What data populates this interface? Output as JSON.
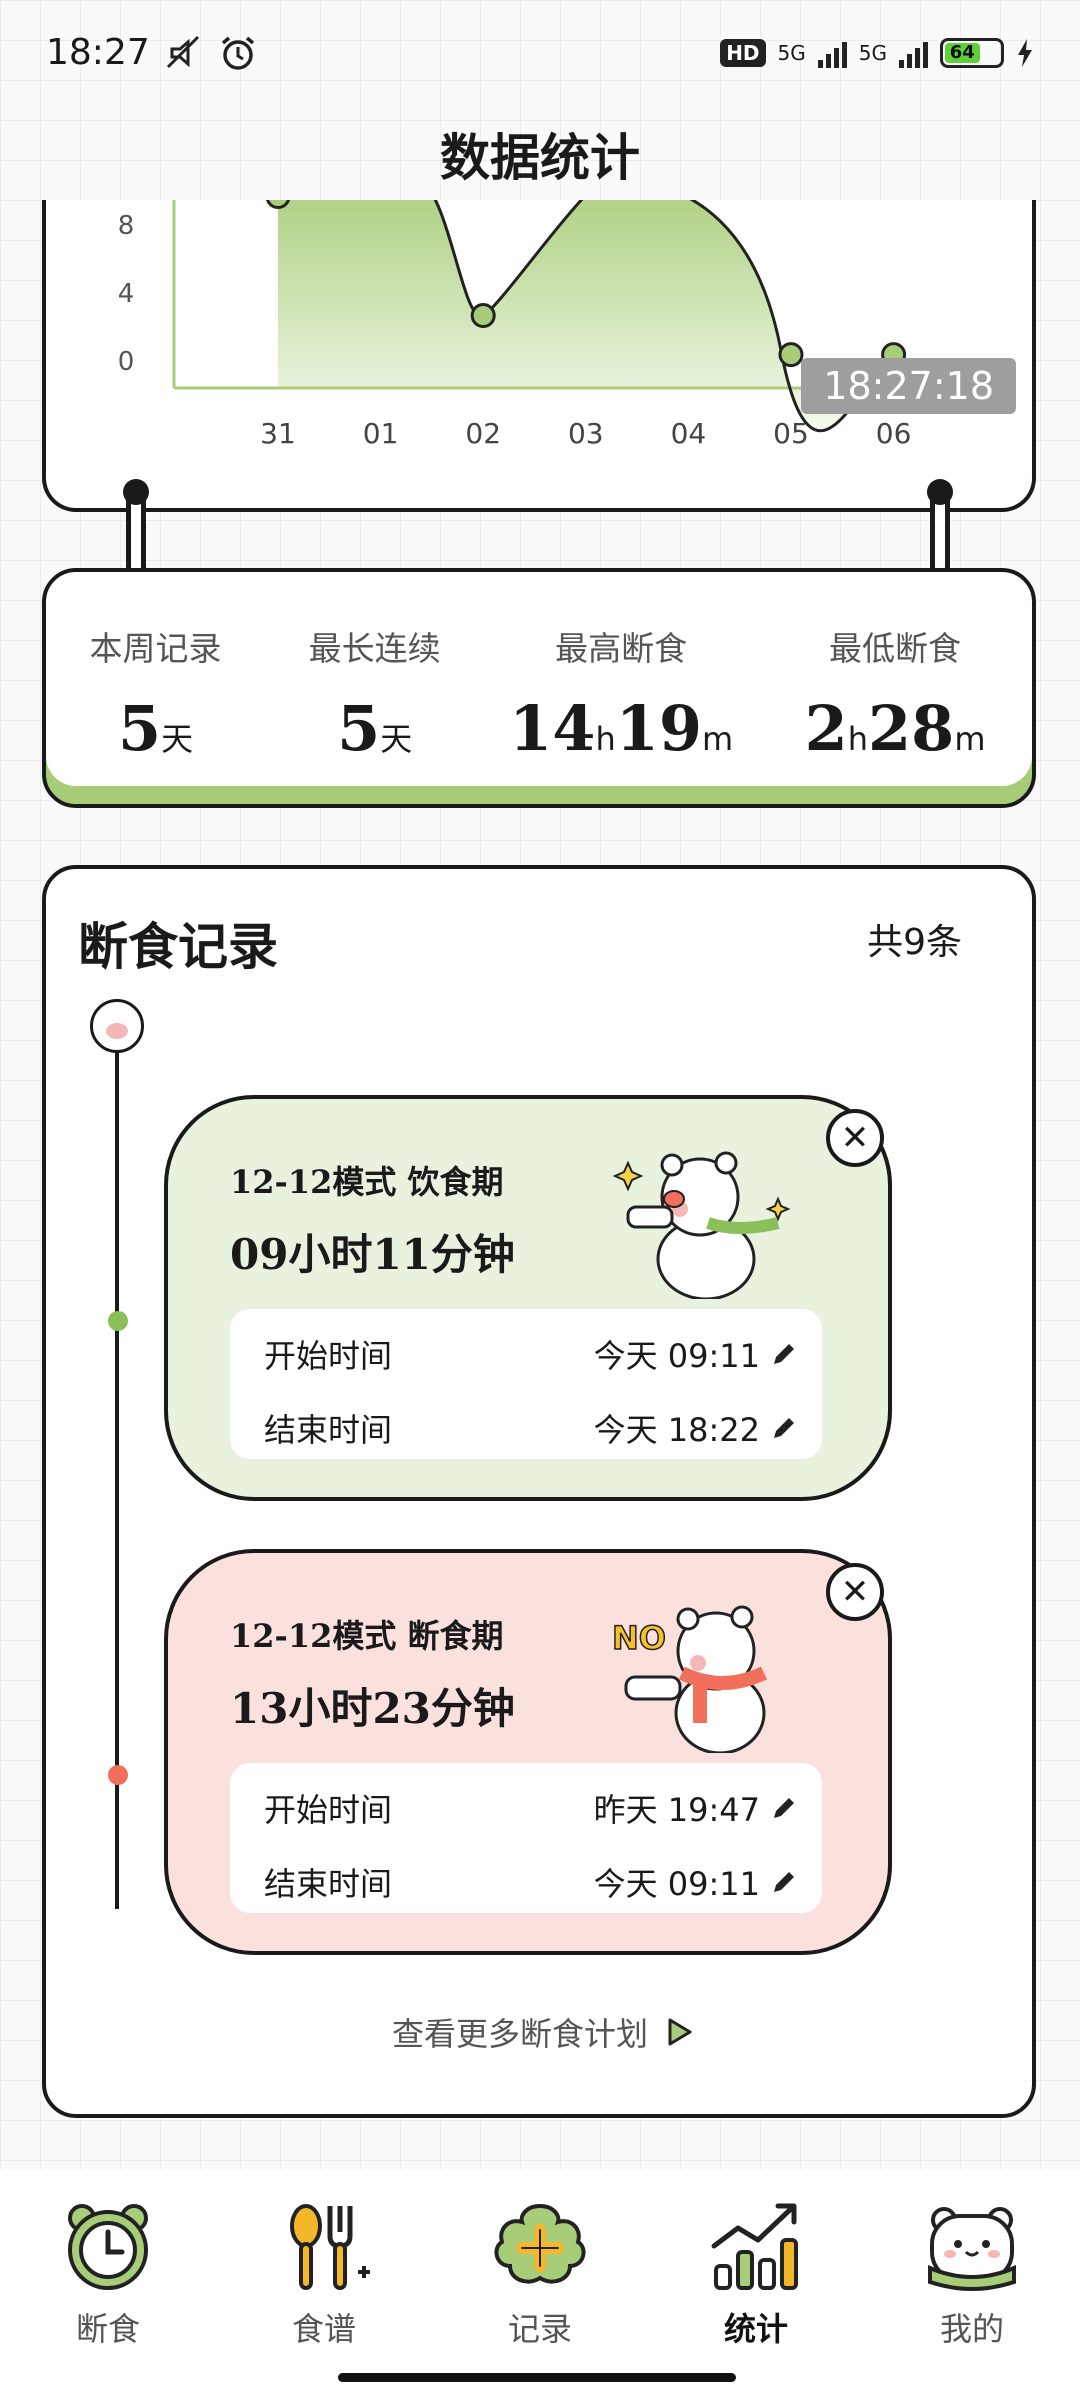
{
  "status_bar": {
    "time": "18:27",
    "network_1": "5G",
    "network_2": "5G",
    "hd_badge": "HD",
    "battery": "64"
  },
  "header": {
    "title": "数据统计"
  },
  "chart_data": {
    "type": "area",
    "x": [
      "31",
      "01",
      "02",
      "03",
      "04",
      "05",
      "06"
    ],
    "y_ticks": [
      "8",
      "4",
      "0"
    ],
    "points": [
      {
        "x": "31",
        "y": 9.5
      },
      {
        "x": "02",
        "y": 2.5
      },
      {
        "x": "05",
        "y": 0.2
      },
      {
        "x": "06",
        "y": 0.2
      }
    ],
    "line_color": "#222222",
    "fill_color": "#a8cd78"
  },
  "chart_overlay": {
    "timestamp": "18:27:18"
  },
  "summary": {
    "week_label": "本周记录",
    "week_value": "5",
    "week_unit": "天",
    "streak_label": "最长连续",
    "streak_value": "5",
    "streak_unit": "天",
    "max_label": "最高断食",
    "max_h": "14",
    "max_m": "19",
    "min_label": "最低断食",
    "min_h": "2",
    "min_m": "28",
    "h_unit": "h",
    "m_unit": "m"
  },
  "records": {
    "title": "断食记录",
    "count": "共9条",
    "entries": [
      {
        "mode": "12-12模式 饮食期",
        "duration": "09小时11分钟",
        "start_label": "开始时间",
        "start_value": "今天 09:11",
        "end_label": "结束时间",
        "end_value": "今天 18:22",
        "color": "#e9f1df",
        "dot_color": "#8bbf5a"
      },
      {
        "mode": "12-12模式 断食期",
        "duration": "13小时23分钟",
        "start_label": "开始时间",
        "start_value": "昨天 19:47",
        "end_label": "结束时间",
        "end_value": "今天 09:11",
        "color": "#fbe1de",
        "dot_color": "#f26f5c",
        "sticker": "NO"
      }
    ],
    "more_link": "查看更多断食计划"
  },
  "tabs": [
    {
      "label": "断食",
      "icon": "clock-icon"
    },
    {
      "label": "食谱",
      "icon": "utensils-icon"
    },
    {
      "label": "记录",
      "icon": "plus-icon"
    },
    {
      "label": "统计",
      "icon": "chart-icon",
      "active": true
    },
    {
      "label": "我的",
      "icon": "bear-icon"
    }
  ]
}
